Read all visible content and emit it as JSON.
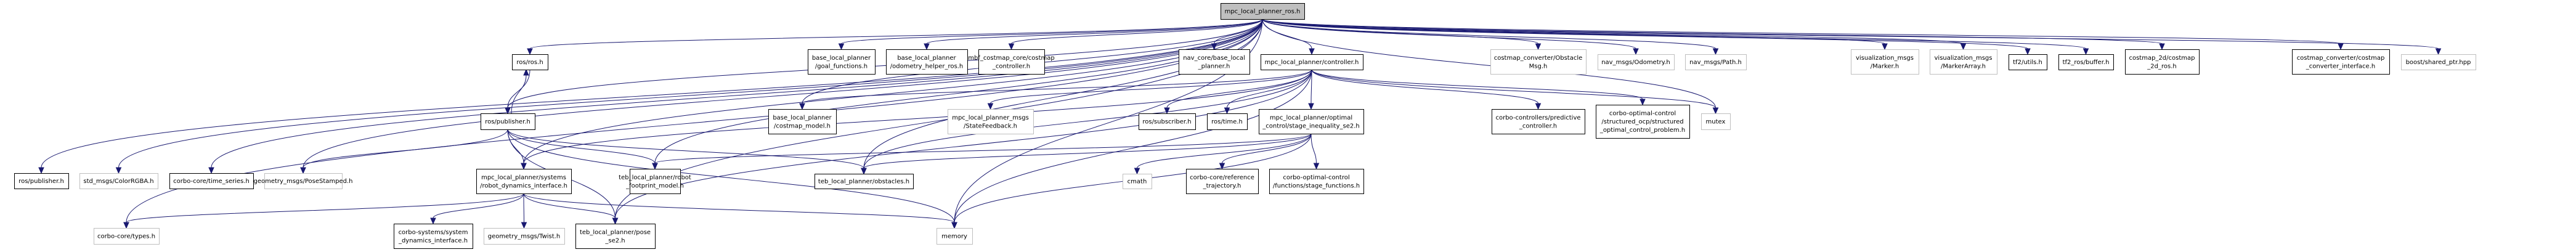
{
  "graph": {
    "title": "mpc_local_planner_ros.h",
    "colors": {
      "edge": "#191970",
      "root_fill": "#bfbfbf",
      "documented_border": "#000000",
      "external_border": "#bfbfbf"
    },
    "nodes": [
      {
        "id": "root",
        "label": [
          "mpc_local_planner_ros.h"
        ],
        "kind": "root"
      },
      {
        "id": "ros_ros",
        "label": [
          "ros/ros.h"
        ],
        "kind": "documented"
      },
      {
        "id": "publisher_mid",
        "label": [
          "ros/publisher.h"
        ],
        "kind": "documented"
      },
      {
        "id": "publisher_left",
        "label": [
          "ros/publisher.h"
        ],
        "kind": "documented"
      },
      {
        "id": "colorrgba",
        "label": [
          "std_msgs/ColorRGBA.h"
        ],
        "kind": "external"
      },
      {
        "id": "time_series",
        "label": [
          "corbo-core/time_series.h"
        ],
        "kind": "documented"
      },
      {
        "id": "posestamped",
        "label": [
          "geometry_msgs/PoseStamped.h"
        ],
        "kind": "external"
      },
      {
        "id": "types",
        "label": [
          "corbo-core/types.h"
        ],
        "kind": "external"
      },
      {
        "id": "robot_dynamics",
        "label": [
          "mpc_local_planner/systems",
          "/robot_dynamics_interface.h"
        ],
        "kind": "documented"
      },
      {
        "id": "system_dynamics",
        "label": [
          "corbo-systems/system",
          "_dynamics_interface.h"
        ],
        "kind": "documented"
      },
      {
        "id": "twist",
        "label": [
          "geometry_msgs/Twist.h"
        ],
        "kind": "external"
      },
      {
        "id": "pose_se2",
        "label": [
          "teb_local_planner/pose",
          "_se2.h"
        ],
        "kind": "documented"
      },
      {
        "id": "robot_footprint",
        "label": [
          "teb_local_planner/robot",
          "_footprint_model.h"
        ],
        "kind": "documented"
      },
      {
        "id": "obstacles",
        "label": [
          "teb_local_planner/obstacles.h"
        ],
        "kind": "documented"
      },
      {
        "id": "memory",
        "label": [
          "memory"
        ],
        "kind": "external"
      },
      {
        "id": "goal_functions",
        "label": [
          "base_local_planner",
          "/goal_functions.h"
        ],
        "kind": "documented"
      },
      {
        "id": "odometry_helper",
        "label": [
          "base_local_planner",
          "/odometry_helper_ros.h"
        ],
        "kind": "documented"
      },
      {
        "id": "mbf_costmap",
        "label": [
          "mbf_costmap_core/costmap",
          "_controller.h"
        ],
        "kind": "documented"
      },
      {
        "id": "nav_core",
        "label": [
          "nav_core/base_local",
          "_planner.h"
        ],
        "kind": "documented"
      },
      {
        "id": "controller",
        "label": [
          "mpc_local_planner/controller.h"
        ],
        "kind": "documented"
      },
      {
        "id": "costmap_model",
        "label": [
          "base_local_planner",
          "/costmap_model.h"
        ],
        "kind": "documented"
      },
      {
        "id": "statefeedback",
        "label": [
          "mpc_local_planner_msgs",
          "/StateFeedback.h"
        ],
        "kind": "external"
      },
      {
        "id": "subscriber",
        "label": [
          "ros/subscriber.h"
        ],
        "kind": "documented"
      },
      {
        "id": "ros_time",
        "label": [
          "ros/time.h"
        ],
        "kind": "documented"
      },
      {
        "id": "stage_ineq",
        "label": [
          "mpc_local_planner/optimal",
          "_control/stage_inequality_se2.h"
        ],
        "kind": "documented"
      },
      {
        "id": "cmath",
        "label": [
          "cmath"
        ],
        "kind": "external"
      },
      {
        "id": "ref_traj",
        "label": [
          "corbo-core/reference",
          "_trajectory.h"
        ],
        "kind": "documented"
      },
      {
        "id": "stage_functions",
        "label": [
          "corbo-optimal-control",
          "/functions/stage_functions.h"
        ],
        "kind": "documented"
      },
      {
        "id": "predictive",
        "label": [
          "corbo-controllers/predictive",
          "_controller.h"
        ],
        "kind": "documented"
      },
      {
        "id": "structured_ocp",
        "label": [
          "corbo-optimal-control",
          "/structured_ocp/structured",
          "_optimal_control_problem.h"
        ],
        "kind": "documented"
      },
      {
        "id": "mutex",
        "label": [
          "mutex"
        ],
        "kind": "external"
      },
      {
        "id": "obstaclemsg",
        "label": [
          "costmap_converter/Obstacle",
          "Msg.h"
        ],
        "kind": "external"
      },
      {
        "id": "odometry",
        "label": [
          "nav_msgs/Odometry.h"
        ],
        "kind": "external"
      },
      {
        "id": "path",
        "label": [
          "nav_msgs/Path.h"
        ],
        "kind": "external"
      },
      {
        "id": "marker",
        "label": [
          "visualization_msgs",
          "/Marker.h"
        ],
        "kind": "external"
      },
      {
        "id": "markerarray",
        "label": [
          "visualization_msgs",
          "/MarkerArray.h"
        ],
        "kind": "external"
      },
      {
        "id": "tf2_utils",
        "label": [
          "tf2/utils.h"
        ],
        "kind": "documented"
      },
      {
        "id": "tf2_buffer",
        "label": [
          "tf2_ros/buffer.h"
        ],
        "kind": "documented"
      },
      {
        "id": "costmap_2d",
        "label": [
          "costmap_2d/costmap",
          "_2d_ros.h"
        ],
        "kind": "documented"
      },
      {
        "id": "costmap_converter",
        "label": [
          "costmap_converter/costmap",
          "_converter_interface.h"
        ],
        "kind": "documented"
      },
      {
        "id": "boost_shared",
        "label": [
          "boost/shared_ptr.hpp"
        ],
        "kind": "external"
      }
    ],
    "edges": [
      [
        "root",
        "ros_ros"
      ],
      [
        "root",
        "publisher_mid"
      ],
      [
        "root",
        "publisher_left"
      ],
      [
        "root",
        "colorrgba"
      ],
      [
        "root",
        "time_series"
      ],
      [
        "root",
        "posestamped"
      ],
      [
        "root",
        "types"
      ],
      [
        "root",
        "robot_dynamics"
      ],
      [
        "root",
        "pose_se2"
      ],
      [
        "root",
        "robot_footprint"
      ],
      [
        "root",
        "obstacles"
      ],
      [
        "root",
        "memory"
      ],
      [
        "root",
        "goal_functions"
      ],
      [
        "root",
        "odometry_helper"
      ],
      [
        "root",
        "mbf_costmap"
      ],
      [
        "root",
        "nav_core"
      ],
      [
        "root",
        "controller"
      ],
      [
        "root",
        "costmap_model"
      ],
      [
        "root",
        "obstaclemsg"
      ],
      [
        "root",
        "odometry"
      ],
      [
        "root",
        "path"
      ],
      [
        "root",
        "marker"
      ],
      [
        "root",
        "markerarray"
      ],
      [
        "root",
        "tf2_utils"
      ],
      [
        "root",
        "tf2_buffer"
      ],
      [
        "root",
        "costmap_2d"
      ],
      [
        "root",
        "costmap_converter"
      ],
      [
        "root",
        "boost_shared"
      ],
      [
        "root",
        "mutex"
      ],
      [
        "ros_ros",
        "publisher_mid"
      ],
      [
        "publisher_mid",
        "ros_ros"
      ],
      [
        "publisher_mid",
        "posestamped"
      ],
      [
        "publisher_mid",
        "robot_dynamics"
      ],
      [
        "publisher_mid",
        "robot_footprint"
      ],
      [
        "publisher_mid",
        "obstacles"
      ],
      [
        "publisher_mid",
        "memory"
      ],
      [
        "publisher_mid",
        "pose_se2"
      ],
      [
        "robot_dynamics",
        "types"
      ],
      [
        "robot_dynamics",
        "system_dynamics"
      ],
      [
        "robot_dynamics",
        "twist"
      ],
      [
        "robot_dynamics",
        "pose_se2"
      ],
      [
        "robot_dynamics",
        "memory"
      ],
      [
        "controller",
        "costmap_model"
      ],
      [
        "controller",
        "statefeedback"
      ],
      [
        "controller",
        "subscriber"
      ],
      [
        "controller",
        "ros_time"
      ],
      [
        "controller",
        "stage_ineq"
      ],
      [
        "controller",
        "predictive"
      ],
      [
        "controller",
        "structured_ocp"
      ],
      [
        "controller",
        "mutex"
      ],
      [
        "controller",
        "robot_dynamics"
      ],
      [
        "controller",
        "obstacles"
      ],
      [
        "controller",
        "pose_se2"
      ],
      [
        "controller",
        "memory"
      ],
      [
        "stage_ineq",
        "cmath"
      ],
      [
        "stage_ineq",
        "ref_traj"
      ],
      [
        "stage_ineq",
        "stage_functions"
      ],
      [
        "stage_ineq",
        "robot_footprint"
      ],
      [
        "stage_ineq",
        "obstacles"
      ],
      [
        "stage_ineq",
        "memory"
      ]
    ]
  }
}
